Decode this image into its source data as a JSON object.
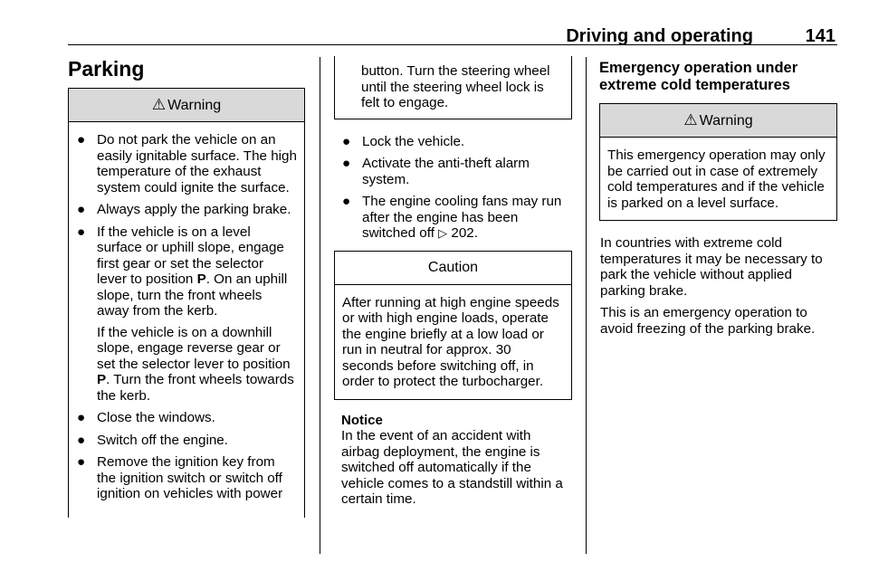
{
  "header": {
    "title": "Driving and operating",
    "page_number": "141"
  },
  "col1": {
    "section_title": "Parking",
    "warning": {
      "icon": "warning-triangle-icon",
      "title": "Warning",
      "items": [
        {
          "text": "Do not park the vehicle on an easily ignitable surface. The high temperature of the exhaust system could ignite the surface."
        },
        {
          "text": "Always apply the parking brake."
        },
        {
          "pre": "If the vehicle is on a level surface or uphill slope, engage first gear or set the selector lever to position ",
          "bold": "P",
          "post": ". On an uphill slope, turn the front wheels away from the kerb.",
          "cont_pre": "If the vehicle is on a downhill slope, engage reverse gear or set the selector lever to position ",
          "cont_bold": "P",
          "cont_post": ". Turn the front wheels towards the kerb."
        },
        {
          "text": "Close the windows."
        },
        {
          "text": "Switch off the engine."
        },
        {
          "text": "Remove the ignition key from the ignition switch or switch off ignition on vehicles with power"
        }
      ]
    }
  },
  "col2": {
    "continuation": "button. Turn the steering wheel until the steering wheel lock is felt to engage.",
    "items": [
      {
        "text": "Lock the vehicle."
      },
      {
        "text": "Activate the anti-theft alarm system."
      },
      {
        "pre": "The engine cooling fans may run after the engine has been switched off ",
        "ref_icon": "page-reference-icon",
        "ref": "202."
      }
    ],
    "caution": {
      "title": "Caution",
      "text": "After running at high engine speeds or with high engine loads, operate the engine briefly at a low load or run in neutral for approx. 30 seconds before switching off, in order to protect the turbocharger."
    },
    "notice": {
      "title": "Notice",
      "text": "In the event of an accident with airbag deployment, the engine is switched off automatically if the vehicle comes to a standstill within a certain time."
    }
  },
  "col3": {
    "section_title": "Emergency operation under extreme cold temperatures",
    "warning": {
      "icon": "warning-triangle-icon",
      "title": "Warning",
      "text": "This emergency operation may only be carried out in case of extremely cold temperatures and if the vehicle is parked on a level surface."
    },
    "paragraphs": [
      "In countries with extreme cold temperatures it may be necessary to park the vehicle without applied parking brake.",
      "This is an emergency operation to avoid freezing of the parking brake."
    ]
  }
}
